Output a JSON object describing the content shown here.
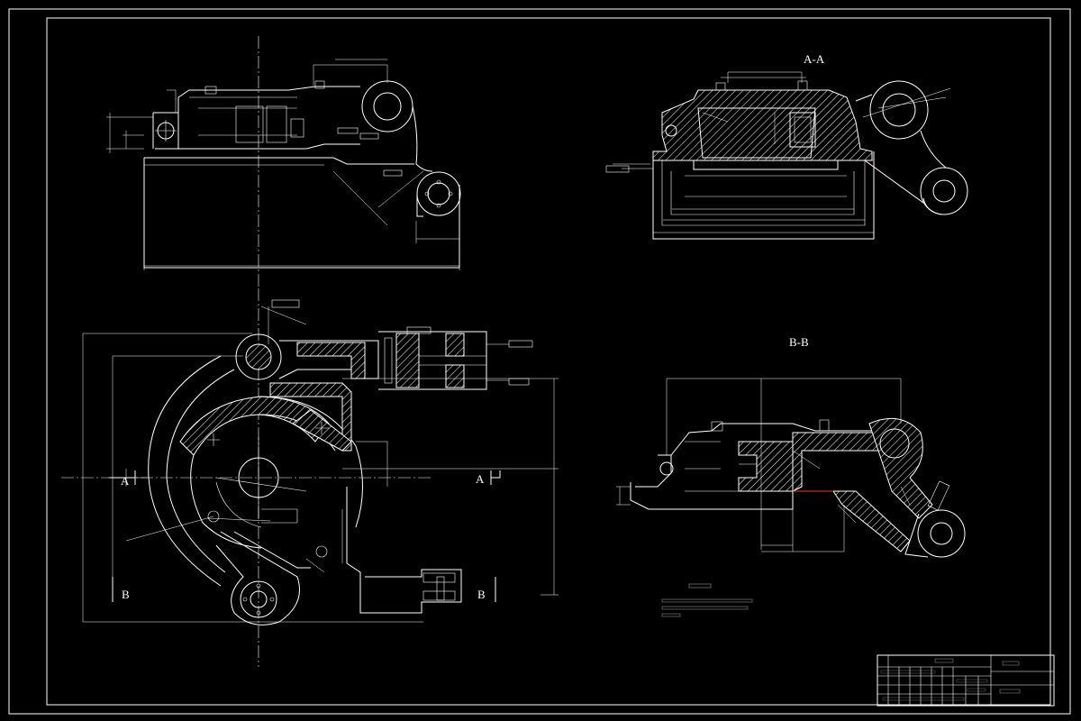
{
  "drawing": {
    "colors": {
      "background": "#000000",
      "line": "#ffffff",
      "edge_accent": "#ff2a2a"
    },
    "section_labels": {
      "aa": "A-A",
      "bb": "B-B"
    },
    "cut_markers": {
      "a_left": "A",
      "a_right": "A",
      "b_left": "B",
      "b_right": "B"
    }
  }
}
